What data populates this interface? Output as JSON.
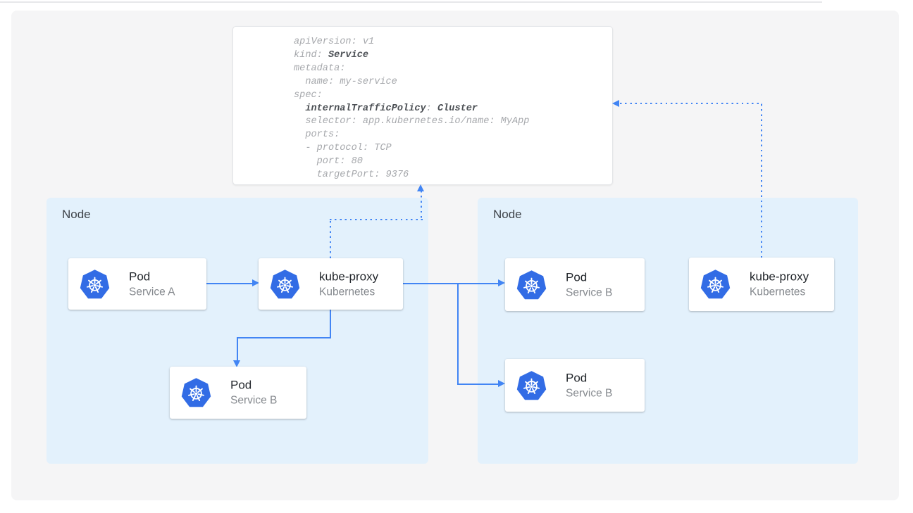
{
  "page": {
    "background": "#ffffff",
    "panel_background": "#f5f5f6",
    "accent_blue": "#4285f4",
    "kubernetes_blue": "#326ce5",
    "node_fill": "#e3f1fc"
  },
  "yaml_card": {
    "lines": [
      {
        "segments": [
          {
            "text": "apiVersion: v1",
            "bold": false
          }
        ]
      },
      {
        "segments": [
          {
            "text": "kind: ",
            "bold": false
          },
          {
            "text": "Service",
            "bold": true
          }
        ]
      },
      {
        "segments": [
          {
            "text": "metadata:",
            "bold": false
          }
        ]
      },
      {
        "segments": [
          {
            "text": "  name: my-service",
            "bold": false
          }
        ]
      },
      {
        "segments": [
          {
            "text": "spec:",
            "bold": false
          }
        ]
      },
      {
        "segments": [
          {
            "text": "  ",
            "bold": false
          },
          {
            "text": "internalTrafficPolicy",
            "bold": true
          },
          {
            "text": ": ",
            "bold": false
          },
          {
            "text": "Cluster",
            "bold": true
          }
        ]
      },
      {
        "segments": [
          {
            "text": "  selector: app.kubernetes.io/name: MyApp",
            "bold": false
          }
        ]
      },
      {
        "segments": [
          {
            "text": "  ports:",
            "bold": false
          }
        ]
      },
      {
        "segments": [
          {
            "text": "  - protocol: TCP",
            "bold": false
          }
        ]
      },
      {
        "segments": [
          {
            "text": "    port: 80",
            "bold": false
          }
        ]
      },
      {
        "segments": [
          {
            "text": "    targetPort: 9376",
            "bold": false
          }
        ]
      }
    ]
  },
  "nodes": [
    {
      "label": "Node"
    },
    {
      "label": "Node"
    }
  ],
  "cards": [
    {
      "title": "Pod",
      "subtitle": "Service A"
    },
    {
      "title": "kube-proxy",
      "subtitle": "Kubernetes"
    },
    {
      "title": "Pod",
      "subtitle": "Service B"
    },
    {
      "title": "Pod",
      "subtitle": "Service B"
    },
    {
      "title": "Pod",
      "subtitle": "Service B"
    },
    {
      "title": "kube-proxy",
      "subtitle": "Kubernetes"
    }
  ]
}
